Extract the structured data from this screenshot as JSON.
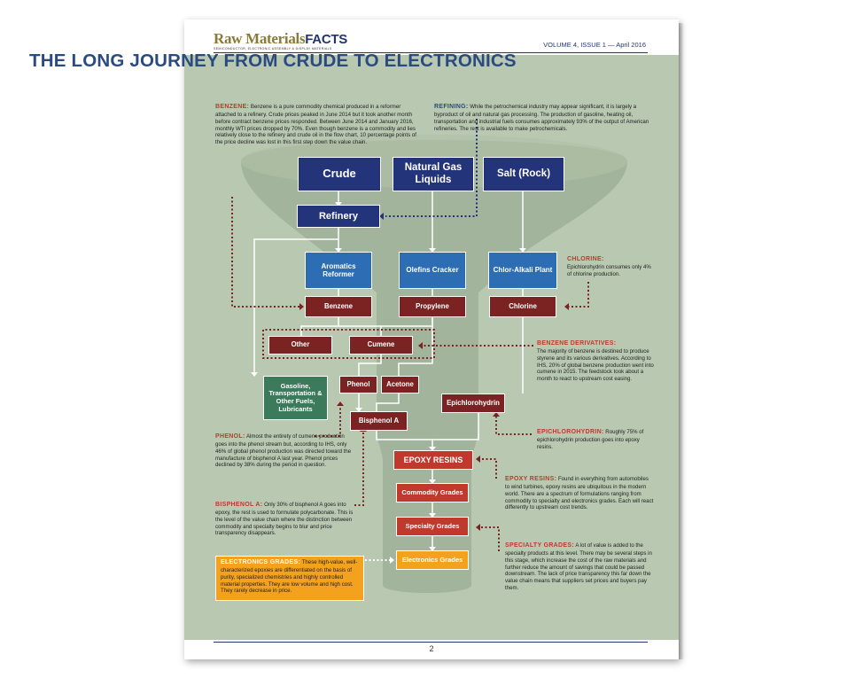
{
  "header": {
    "logo_main": "Raw Materials",
    "logo_accent": "FACTS",
    "tagline": "SEMICONDUCTOR, ELECTRONIC ASSEMBLY & DISPLAY MATERIALS",
    "issue": "VOLUME 4, ISSUE 1 — April 2016"
  },
  "title": "THE LONG JOURNEY FROM CRUDE TO ELECTRONICS",
  "boxes": {
    "crude": "Crude",
    "ngl": "Natural Gas Liquids",
    "salt": "Salt (Rock)",
    "refinery": "Refinery",
    "aromatics": "Aromatics Reformer",
    "olefins": "Olefins Cracker",
    "chloralkali": "Chlor-Alkali Plant",
    "benzene": "Benzene",
    "propylene": "Propylene",
    "chlorine": "Chlorine",
    "other": "Other",
    "cumene": "Cumene",
    "gasoline": "Gasoline, Transportation & Other Fuels, Lubricants",
    "phenol": "Phenol",
    "acetone": "Acetone",
    "bisphenol": "Bisphenol A",
    "epichlorohydrin": "Epichlorohydrin",
    "epoxy": "EPOXY RESINS",
    "commodity": "Commodity Grades",
    "specialty": "Specialty Grades",
    "electronics": "Electronics Grades"
  },
  "notes": {
    "benzene": {
      "head": "BENZENE:",
      "body": "Benzene is a pure commodity chemical produced in a reformer attached to a refinery. Crude prices peaked in June 2014 but it took another month before contract benzene prices responded. Between June 2014 and January 2016, monthly WTI prices dropped by 70%. Even though benzene is a commodity and lies relatively close to the refinery and crude oil in the flow chart, 10 percentage points of the price decline was lost in this first step down the value chain."
    },
    "refining": {
      "head": "REFINING:",
      "body": "While the petrochemical industry may appear significant, it is largely a byproduct of oil and natural gas processing. The production of gasoline, heating oil, transportation and industrial fuels consumes approximately 93% of the output of American refineries. The rest is available to make petrochemicals."
    },
    "chlorine": {
      "head": "CHLORINE:",
      "body": "Epichlorohydrin consumes only 4% of chlorine production."
    },
    "benzene_deriv": {
      "head": "BENZENE DERIVATIVES:",
      "body": "The majority of benzene is destined to produce styrene and its various derivatives. According to IHS, 20% of global benzene production went into cumene in 2015. The feedstock took about a month to react to upstream cost easing."
    },
    "epichlorohydrin": {
      "head": "EPICHLOROHYDRIN:",
      "body": "Roughly 75% of epichlorohydrin production goes into epoxy resins."
    },
    "phenol": {
      "head": "PHENOL:",
      "body": "Almost the entirety of cumene production goes into the phenol stream but, according to IHS, only 46% of global phenol production was directed toward the manufacture of bisphenol A last year. Phenol prices declined by 38% during the period in question."
    },
    "epoxy": {
      "head": "EPOXY RESINS:",
      "body": "Found in everything from automobiles to wind turbines, epoxy resins are ubiquitous in the modern world. There are a spectrum of formulations ranging from commodity to specialty and electronics grades. Each will react differently to upstream cost trends."
    },
    "bisphenol": {
      "head": "BISPHENOL A:",
      "body": "Only 30% of bisphenol A goes into epoxy, the rest is used to formulate polycarbonate. This is the level of the value chain where the distinction between commodity and specialty begins to blur and price transparency disappears."
    },
    "specialty": {
      "head": "SPECIALTY GRADES:",
      "body": "A lot of value is added to the specialty products at this level. There may be several steps in this stage, which increase the cost of the raw materials and further reduce the amount of savings that could be passed downstream. The lack of price transparency this far down the value chain means that suppliers set prices and buyers pay them."
    },
    "electronics": {
      "head": "ELECTRONICS GRADES:",
      "body": "These high-value, well-characterized epoxies are differentiated on the basis of purity, specialized chemistries and highly controlled material properties. They are low volume and high cost. They rarely decrease in price."
    }
  },
  "page_number": "2",
  "colors": {
    "navy": "#24347a",
    "blue": "#2d6db3",
    "maroon": "#7b2322",
    "red": "#c0392d",
    "orange": "#f4a21e",
    "green_bg": "#b8c8b1",
    "funnel": "#a2b49b"
  }
}
